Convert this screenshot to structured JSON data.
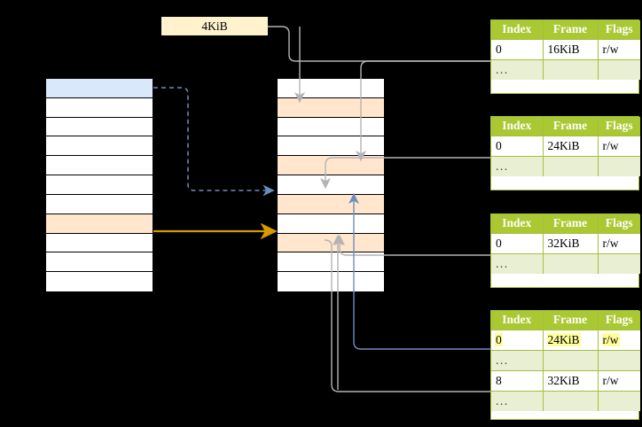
{
  "diagram": {
    "title_label": "4KiB",
    "colors": {
      "background": "#000000",
      "highlight_blue": "#dae8fc",
      "highlight_peach": "#ffe6cc",
      "label_cream": "#fff2cc",
      "table_header_green": "#aac832",
      "table_ellipsis_green": "#e9efd2",
      "arrow_blue": "#6c8ebf",
      "arrow_orange": "#d79b00",
      "arrow_gray": "#b3b3b3",
      "cell_white": "#ffffff",
      "cell_border": "#000000",
      "yellow_highlight": "#ffff99"
    },
    "size_label": {
      "text": "4KiB"
    },
    "left_column": {
      "name": "virtual-address-space",
      "cell_count": 11,
      "cells": [
        {
          "index": 0,
          "fill": "blue",
          "label": ""
        },
        {
          "index": 1,
          "fill": "white",
          "label": ""
        },
        {
          "index": 2,
          "fill": "white",
          "label": ""
        },
        {
          "index": 3,
          "fill": "white",
          "label": ""
        },
        {
          "index": 4,
          "fill": "white",
          "label": ""
        },
        {
          "index": 5,
          "fill": "white",
          "label": ""
        },
        {
          "index": 6,
          "fill": "white",
          "label": ""
        },
        {
          "index": 7,
          "fill": "peach",
          "label": ""
        },
        {
          "index": 8,
          "fill": "white",
          "label": ""
        },
        {
          "index": 9,
          "fill": "white",
          "label": ""
        },
        {
          "index": 10,
          "fill": "white",
          "label": ""
        }
      ]
    },
    "middle_column": {
      "name": "physical-memory",
      "cell_count": 11,
      "cells": [
        {
          "index": 0,
          "fill": "white",
          "label": ""
        },
        {
          "index": 1,
          "fill": "peach",
          "label": ""
        },
        {
          "index": 2,
          "fill": "white",
          "label": ""
        },
        {
          "index": 3,
          "fill": "white",
          "label": ""
        },
        {
          "index": 4,
          "fill": "peach",
          "label": ""
        },
        {
          "index": 5,
          "fill": "white",
          "label": ""
        },
        {
          "index": 6,
          "fill": "peach",
          "label": ""
        },
        {
          "index": 7,
          "fill": "white",
          "label": ""
        },
        {
          "index": 8,
          "fill": "peach",
          "label": ""
        },
        {
          "index": 9,
          "fill": "white",
          "label": ""
        },
        {
          "index": 10,
          "fill": "white",
          "label": ""
        }
      ]
    },
    "tables": [
      {
        "name": "page-table-level-1",
        "headers": [
          "Index",
          "Frame",
          "Flags"
        ],
        "rows": [
          {
            "type": "data",
            "cells": [
              "0",
              "16KiB",
              "r/w"
            ],
            "highlight": [
              false,
              false,
              false
            ]
          },
          {
            "type": "ellipsis",
            "cells": [
              "...",
              "",
              ""
            ],
            "highlight": [
              false,
              false,
              false
            ]
          }
        ]
      },
      {
        "name": "page-table-level-2",
        "headers": [
          "Index",
          "Frame",
          "Flags"
        ],
        "rows": [
          {
            "type": "data",
            "cells": [
              "0",
              "24KiB",
              "r/w"
            ],
            "highlight": [
              false,
              false,
              false
            ]
          },
          {
            "type": "ellipsis",
            "cells": [
              "...",
              "",
              ""
            ],
            "highlight": [
              false,
              false,
              false
            ]
          }
        ]
      },
      {
        "name": "page-table-level-3",
        "headers": [
          "Index",
          "Frame",
          "Flags"
        ],
        "rows": [
          {
            "type": "data",
            "cells": [
              "0",
              "32KiB",
              "r/w"
            ],
            "highlight": [
              false,
              false,
              false
            ]
          },
          {
            "type": "ellipsis",
            "cells": [
              "...",
              "",
              ""
            ],
            "highlight": [
              false,
              false,
              false
            ]
          }
        ]
      },
      {
        "name": "page-table-level-4",
        "headers": [
          "Index",
          "Frame",
          "Flags"
        ],
        "rows": [
          {
            "type": "data",
            "cells": [
              "0",
              "24KiB",
              "r/w"
            ],
            "highlight": [
              true,
              true,
              true
            ]
          },
          {
            "type": "ellipsis",
            "cells": [
              "...",
              "",
              ""
            ],
            "highlight": [
              false,
              false,
              false
            ]
          },
          {
            "type": "data",
            "cells": [
              "8",
              "32KiB",
              "r/w"
            ],
            "highlight": [
              false,
              false,
              false
            ]
          },
          {
            "type": "ellipsis",
            "cells": [
              "...",
              "",
              ""
            ],
            "highlight": [
              false,
              false,
              false
            ]
          }
        ]
      }
    ]
  }
}
